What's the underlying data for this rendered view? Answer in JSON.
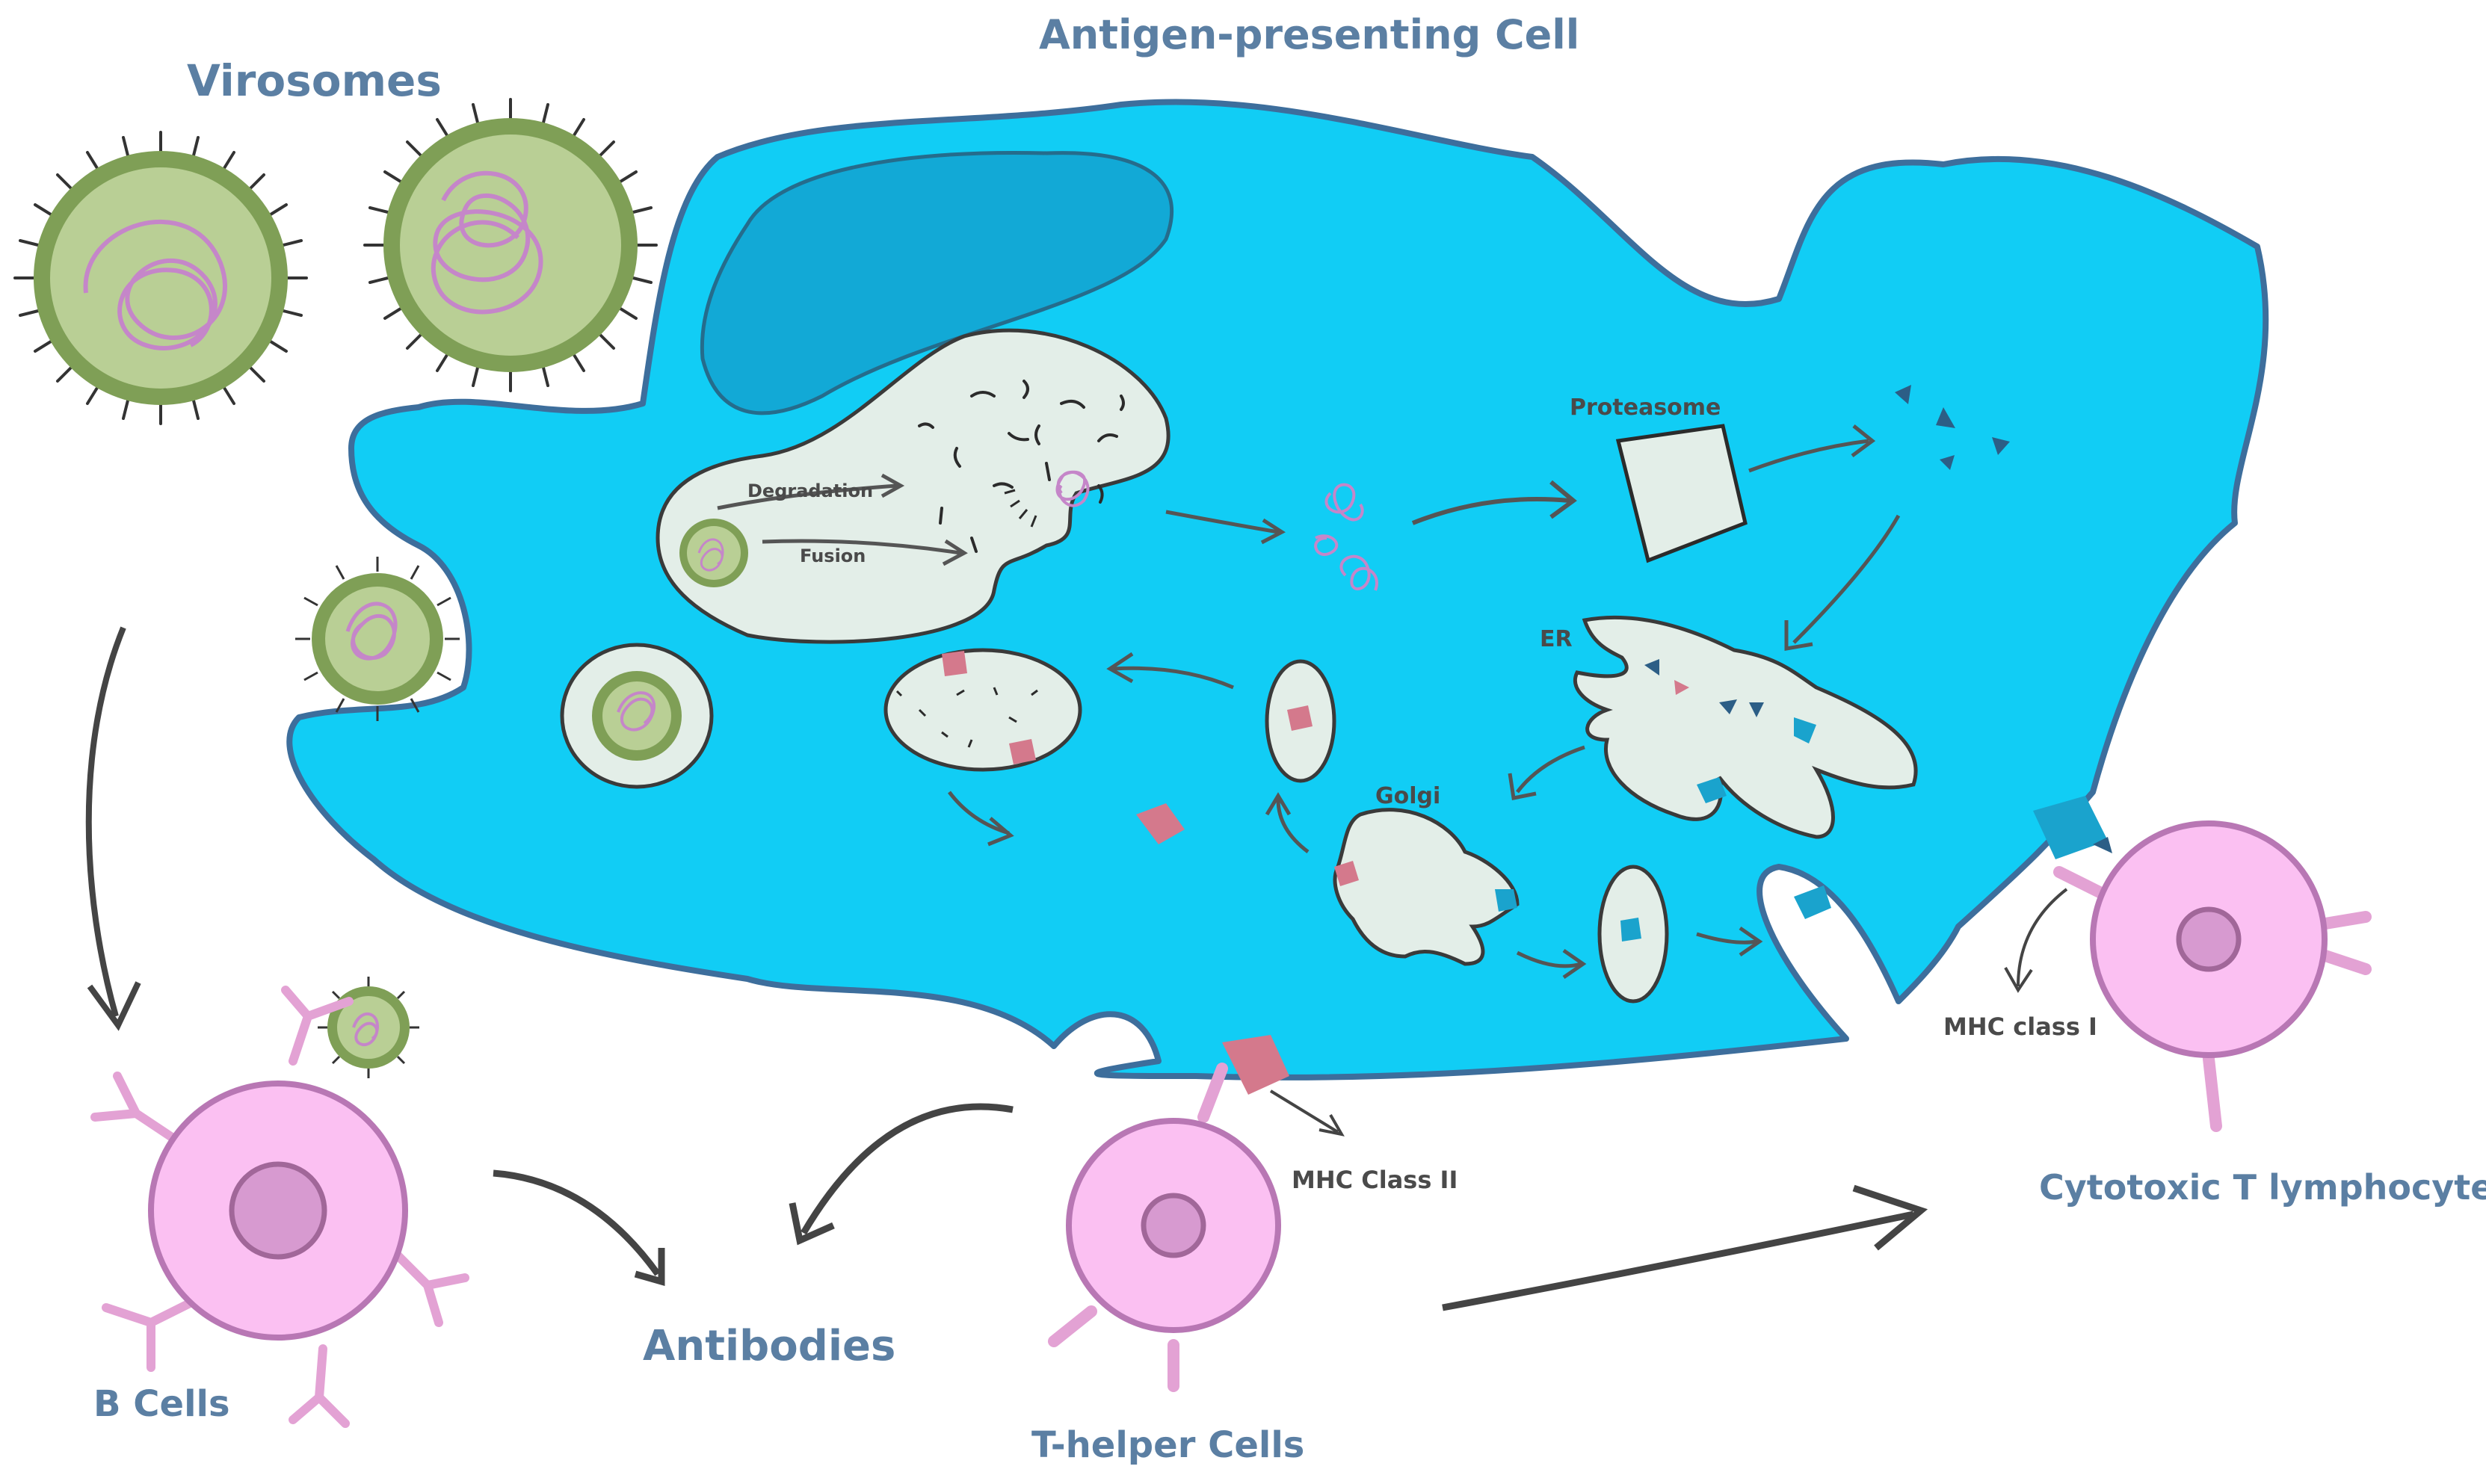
{
  "labels": {
    "virosomes": "Virosomes",
    "apc": "Antigen-presenting Cell",
    "degradation": "Degradation",
    "fusion": "Fusion",
    "proteasome": "Proteasome",
    "er": "ER",
    "golgi": "Golgi",
    "mhc_class_i": "MHC class I",
    "mhc_class_ii": "MHC Class II",
    "b_cells": "B Cells",
    "antibodies": "Antibodies",
    "t_helper": "T-helper Cells",
    "ctl": "Cytotoxic T lymphocytes"
  },
  "colors": {
    "cell_body": "#11cdf5",
    "nucleus": "#12a9d6",
    "vesicle": "#e6efe9",
    "virosome_envelope": "#84a55a",
    "virosome_interior": "#b9cf95",
    "rna": "#c586c9",
    "lymphocyte": "#fbc0f2",
    "lymphocyte_outline": "#b877b4",
    "mhc_ii": "#d4798c",
    "mhc_i": "#1aa3cd",
    "label_blue": "#5b7fa3",
    "label_dark": "#4a4a4a"
  }
}
